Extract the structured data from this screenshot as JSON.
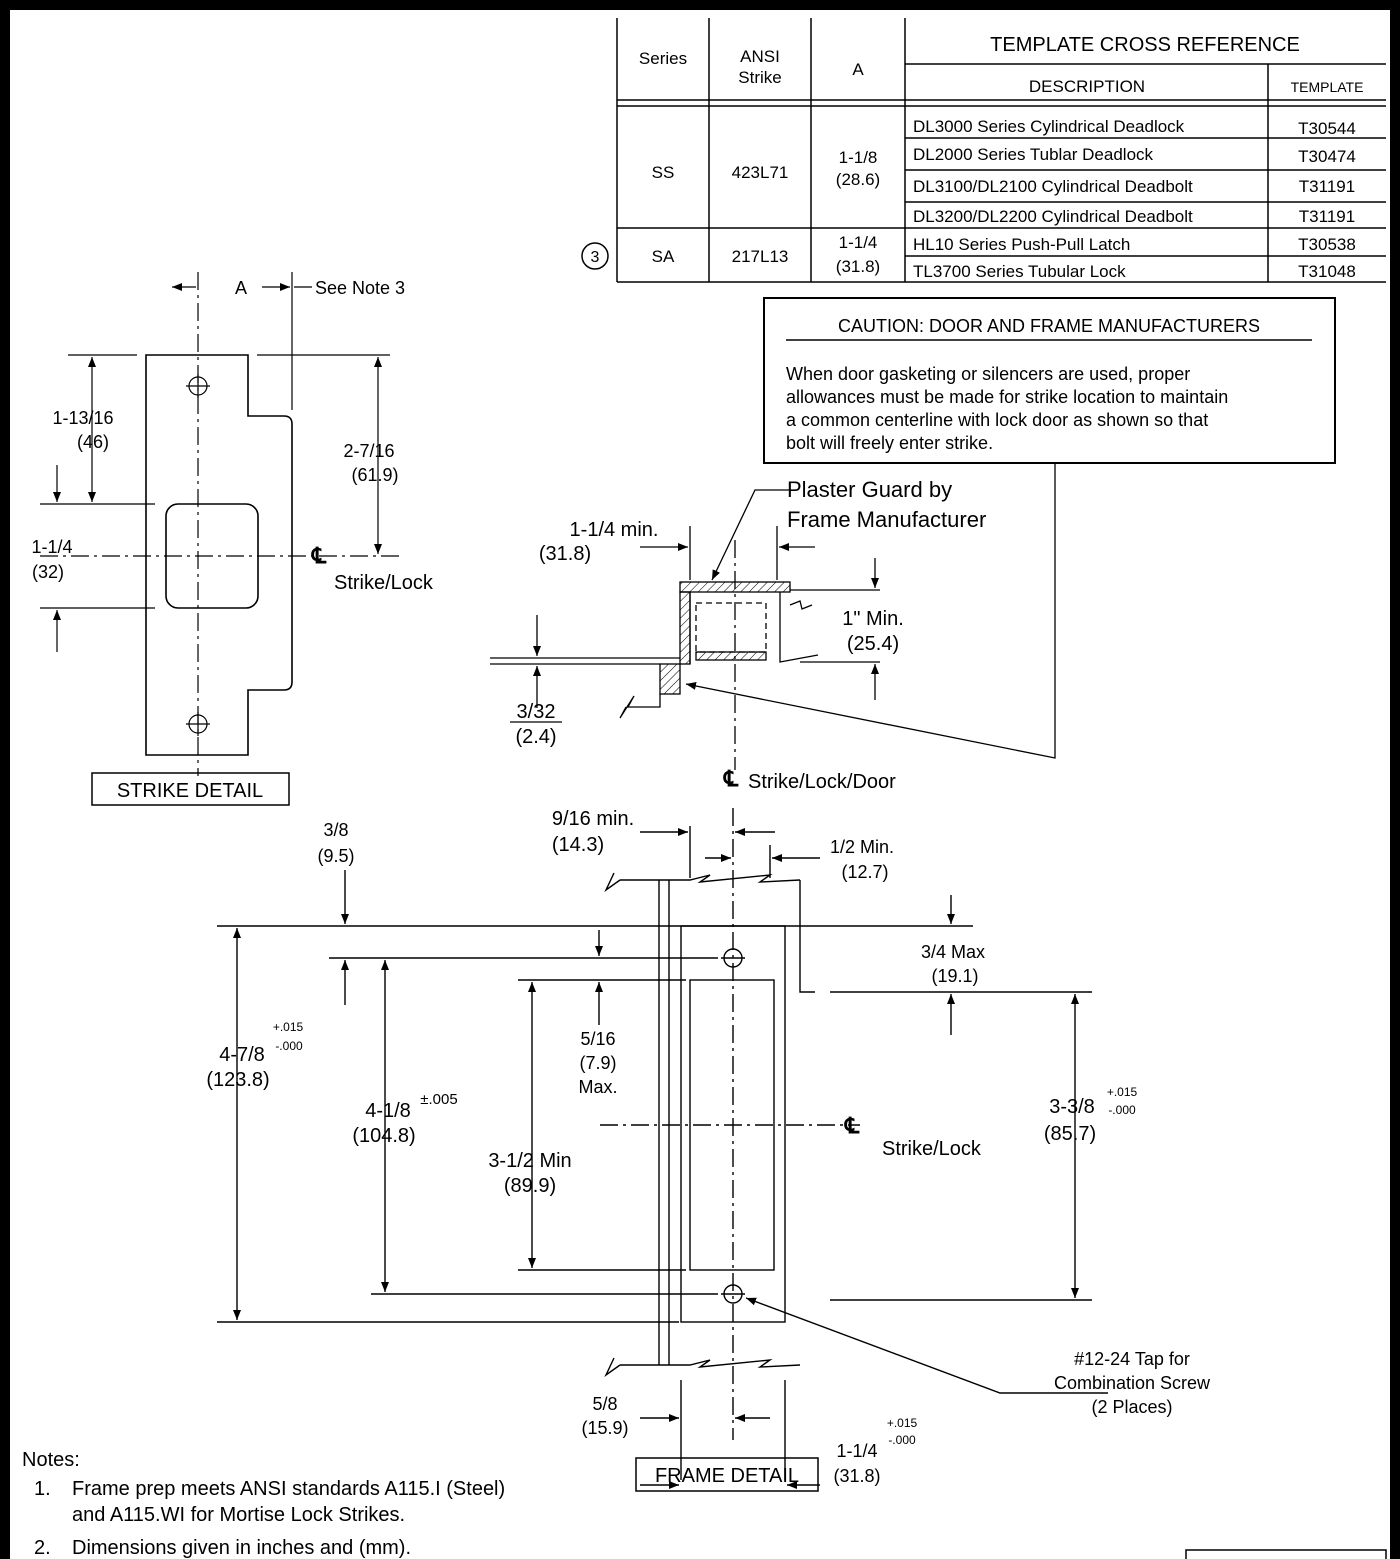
{
  "table": {
    "headers": {
      "series": "Series",
      "ansi_line1": "ANSI",
      "ansi_line2": "Strike",
      "a": "A",
      "cross_ref": "TEMPLATE CROSS REFERENCE",
      "description": "DESCRIPTION",
      "template": "TEMPLATE"
    },
    "groups": [
      {
        "series": "SS",
        "strike": "423L71",
        "a_line1": "1-1/8",
        "a_line2": "(28.6)"
      },
      {
        "series": "SA",
        "strike": "217L13",
        "a_line1": "1-1/4",
        "a_line2": "(31.8)",
        "note_ref": "3"
      }
    ],
    "rows": [
      {
        "description": "DL3000 Series Cylindrical Deadlock",
        "template": "T30544"
      },
      {
        "description": "DL2000 Series Tublar Deadlock",
        "template": "T30474"
      },
      {
        "description": "DL3100/DL2100 Cylindrical Deadbolt",
        "template": "T31191"
      },
      {
        "description": "DL3200/DL2200 Cylindrical Deadbolt",
        "template": "T31191"
      },
      {
        "description": "HL10 Series Push-Pull Latch",
        "template": "T30538"
      },
      {
        "description": "TL3700 Series Tubular Lock",
        "template": "T31048"
      }
    ]
  },
  "caution": {
    "title": "CAUTION: DOOR AND FRAME MANUFACTURERS",
    "lines": [
      "When door gasketing or silencers are used, proper",
      "allowances must be made for strike location to maintain",
      "a common centerline with lock door as shown so that",
      "bolt will freely enter strike."
    ]
  },
  "strike_detail": {
    "label": "STRIKE DETAIL",
    "a_label": "A",
    "see_note": "See Note 3",
    "dim_top_left": "1-13/16",
    "dim_top_left_mm": "(46)",
    "dim_right": "2-7/16",
    "dim_right_mm": "(61.9)",
    "dim_slot": "1-1/4",
    "dim_slot_mm": "(32)",
    "centerline": "Strike/Lock"
  },
  "section": {
    "plaster_guard_1": "Plaster Guard by",
    "plaster_guard_2": "Frame Manufacturer",
    "min_width": "1-1/4 min.",
    "min_width_mm": "(31.8)",
    "depth": "1\" Min.",
    "depth_mm": "(25.4)",
    "offset": "3/32",
    "offset_mm": "(2.4)",
    "centerline": "Strike/Lock/Door"
  },
  "frame_detail": {
    "label": "FRAME DETAIL",
    "d_9_16": "9/16 min.",
    "d_9_16_mm": "(14.3)",
    "d_half": "1/2 Min.",
    "d_half_mm": "(12.7)",
    "d_3_8": "3/8",
    "d_3_8_mm": "(9.5)",
    "d_3_4": "3/4 Max",
    "d_3_4_mm": "(19.1)",
    "d_478": "4-7/8",
    "d_478_tol_plus": "+.015",
    "d_478_tol_minus": "-.000",
    "d_478_mm": "(123.8)",
    "d_418": "4-1/8",
    "d_418_tol": "±.005",
    "d_418_mm": "(104.8)",
    "d_516": "5/16",
    "d_516_mm": "(7.9)",
    "d_516_max": "Max.",
    "d_312": "3-1/2 Min",
    "d_312_mm": "(89.9)",
    "d_338": "3-3/8",
    "d_338_tol_plus": "+.015",
    "d_338_tol_minus": "-.000",
    "d_338_mm": "(85.7)",
    "centerline": "Strike/Lock",
    "tap_1": "#12-24 Tap for",
    "tap_2": "Combination Screw",
    "tap_3": "(2 Places)",
    "d_58": "5/8",
    "d_58_mm": "(15.9)",
    "d_114": "1-1/4",
    "d_114_tol_plus": "+.015",
    "d_114_tol_minus": "-.000",
    "d_114_mm": "(31.8)"
  },
  "notes": {
    "heading": "Notes:",
    "items": [
      {
        "num": "1.",
        "line1": "Frame prep meets ANSI standards A115.I (Steel)",
        "line2": "and A115.WI for Mortise Lock Strikes."
      },
      {
        "num": "2.",
        "line1": "Dimensions given in inches and (mm).",
        "line2": ""
      }
    ]
  }
}
